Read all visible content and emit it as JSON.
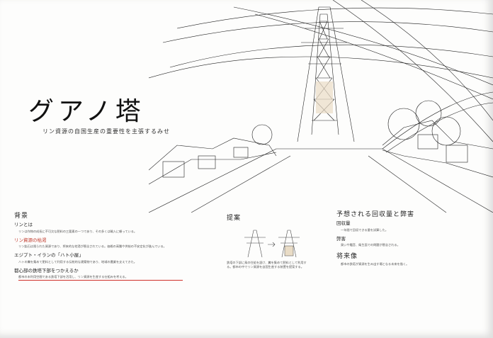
{
  "poster": {
    "title": "グアノ塔",
    "subtitle": "リン資源の自国生産の重要性を主張するみせ"
  },
  "left": {
    "heading": "背景",
    "sections": [
      {
        "title": "リンとは",
        "text": "リンは作物の成長に不可欠な肥料の三要素の一つであり、その多くは輸入に頼っている。"
      },
      {
        "title": "リン資源の枯渇",
        "text": "リン鉱石は限られた資源であり、将来的な枯渇が懸念されている。価格の高騰や供給の不安定化が進んでいる。"
      },
      {
        "title": "エジプト・イランの「ハト小屋」",
        "text": "ハトの糞を集めて肥料として利用する伝統的な建築物であり、地域の農業を支えてきた。"
      },
      {
        "title": "都心部の鉄塔下部をつかえるか",
        "text": "都市の未利用空間である鉄塔下部を活用し、リン資源を生産する仕組みを考える。"
      }
    ]
  },
  "middle": {
    "heading": "提案",
    "text": "鉄塔の下部に鳥の住処を設け、糞を集めて肥料として利用する。都市の中でリン資源を自国生産する装置を提案する。"
  },
  "right": {
    "heading": "予想される回収量と弊害",
    "sub1": "回収量",
    "text1": "一年間で回収できる量を試算した。",
    "sub2": "弊害",
    "text2": "臭いや騒音、衛生面での問題が懸念される。",
    "heading2": "将来像",
    "text3": "都市の鉄塔が資源を生み出す場となる未来を描く。"
  }
}
